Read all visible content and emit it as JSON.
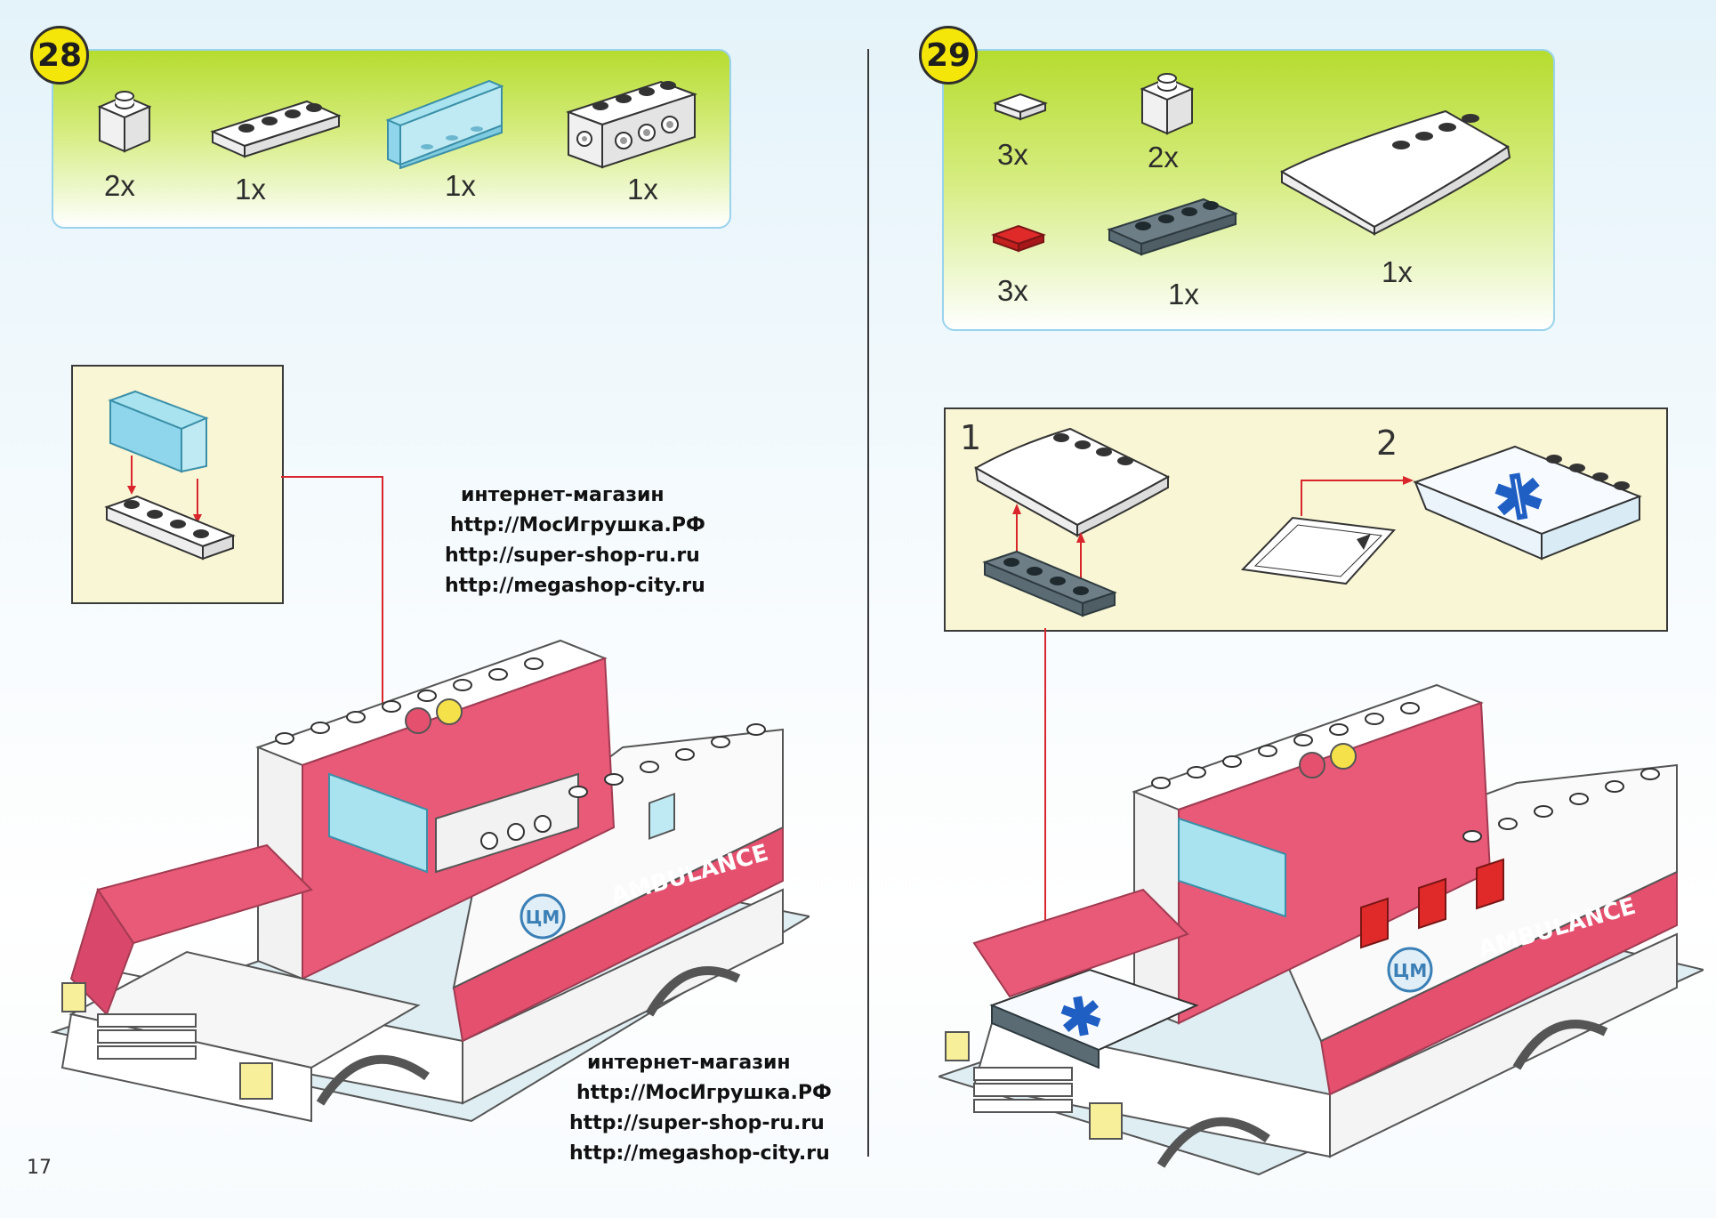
{
  "left_page": {
    "page_number": "17",
    "step": {
      "number": "28",
      "parts": [
        {
          "name": "white-brick-1x1",
          "qty": "2x"
        },
        {
          "name": "white-plate-1x4",
          "qty": "1x"
        },
        {
          "name": "trans-light-blue-panel-1x4",
          "qty": "1x"
        },
        {
          "name": "white-technic-brick-1x4",
          "qty": "1x"
        }
      ]
    },
    "watermark_top": {
      "lines": [
        "интернет-магазин",
        "http://МосИгрушка.РФ",
        "http://super-shop-ru.ru",
        "http://megashop-city.ru"
      ]
    },
    "watermark_bottom": {
      "lines": [
        "интернет-магазин",
        "http://МосИгрушка.РФ",
        "http://super-shop-ru.ru",
        "http://megashop-city.ru"
      ]
    },
    "model_label": "AMBULANCE",
    "logo_text": "ЦМ"
  },
  "right_page": {
    "step": {
      "number": "29",
      "parts": [
        {
          "name": "white-tile-1x1",
          "qty": "3x"
        },
        {
          "name": "white-brick-1x1",
          "qty": "2x"
        },
        {
          "name": "white-slope-curved",
          "qty": "1x"
        },
        {
          "name": "red-tile-1x1",
          "qty": "3x"
        },
        {
          "name": "dark-gray-plate-1x4",
          "qty": "1x"
        }
      ]
    },
    "substeps": [
      "1",
      "2"
    ],
    "model_label": "AMBULANCE",
    "logo_text": "ЦМ"
  },
  "colors": {
    "step_badge": "#f5e60a",
    "parts_box_green": "#b6dc2f",
    "callout_bg": "#f9f6d5",
    "body_red": "#e4506e",
    "trans_blue": "#8fd6ec",
    "dark_gray": "#5b6b73",
    "arrow_red": "#d8262c",
    "star_blue": "#1f5fc4"
  }
}
